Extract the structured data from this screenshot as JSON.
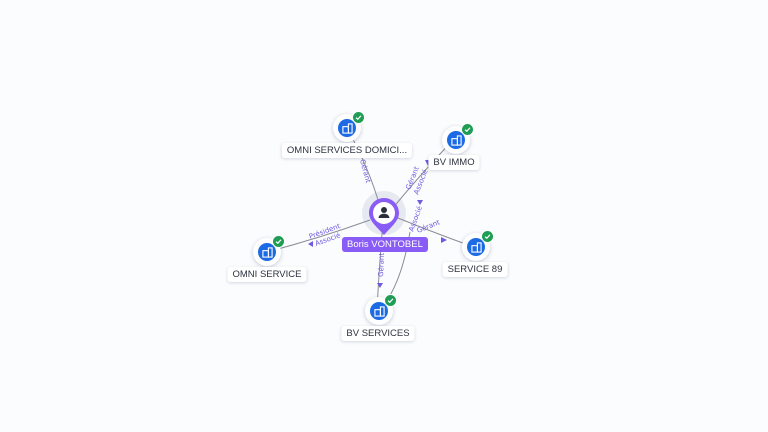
{
  "center": {
    "name": "Boris VONTOBEL",
    "icon": "person-icon"
  },
  "companies": [
    {
      "id": "omni-services-domicile",
      "label": "OMNI SERVICES DOMICI...",
      "icon": "building-icon",
      "verified": true
    },
    {
      "id": "bv-immo",
      "label": "BV IMMO",
      "icon": "building-icon",
      "verified": true
    },
    {
      "id": "omni-service",
      "label": "OMNI SERVICE",
      "icon": "building-icon",
      "verified": true
    },
    {
      "id": "service-89",
      "label": "SERVICE 89",
      "icon": "building-icon",
      "verified": true
    },
    {
      "id": "bv-services",
      "label": "BV SERVICES",
      "icon": "building-icon",
      "verified": true
    }
  ],
  "relations": {
    "omni_services_domicile": "Gérant",
    "bv_immo_1": "Gérant",
    "bv_immo_2": "Associé",
    "omni_service_1": "Président",
    "omni_service_2": "Associé",
    "bv_services": "Gérant",
    "service_89_1": "Gérant",
    "service_89_2": "Associé"
  },
  "colors": {
    "center": "#8a5cf6",
    "company_icon": "#1d6ae5",
    "verified_badge": "#1f9d55",
    "relation_text": "#6b5ce0"
  }
}
